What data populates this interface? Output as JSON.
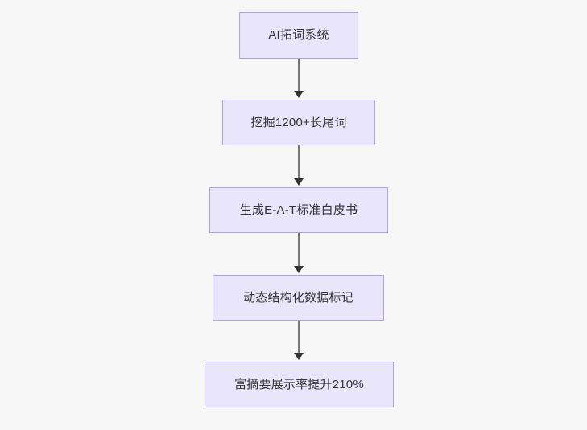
{
  "diagram": {
    "type": "flowchart",
    "orientation": "top-to-bottom",
    "background_color": "#f7f7f8",
    "node_fill_color": "#e9e5fb",
    "node_border_color": "#b49ee8",
    "node_text_color": "#333333",
    "edge_color": "#777777",
    "arrowhead_color": "#333333",
    "nodes": [
      {
        "id": "n1",
        "label": "AI拓词系统"
      },
      {
        "id": "n2",
        "label": "挖掘1200+长尾词"
      },
      {
        "id": "n3",
        "label": "生成E-A-T标准白皮书"
      },
      {
        "id": "n4",
        "label": "动态结构化数据标记"
      },
      {
        "id": "n5",
        "label": "富摘要展示率提升210%"
      }
    ],
    "edges": [
      {
        "from": "n1",
        "to": "n2",
        "label": ""
      },
      {
        "from": "n2",
        "to": "n3",
        "label": ""
      },
      {
        "from": "n3",
        "to": "n4",
        "label": ""
      },
      {
        "from": "n4",
        "to": "n5",
        "label": ""
      }
    ]
  }
}
